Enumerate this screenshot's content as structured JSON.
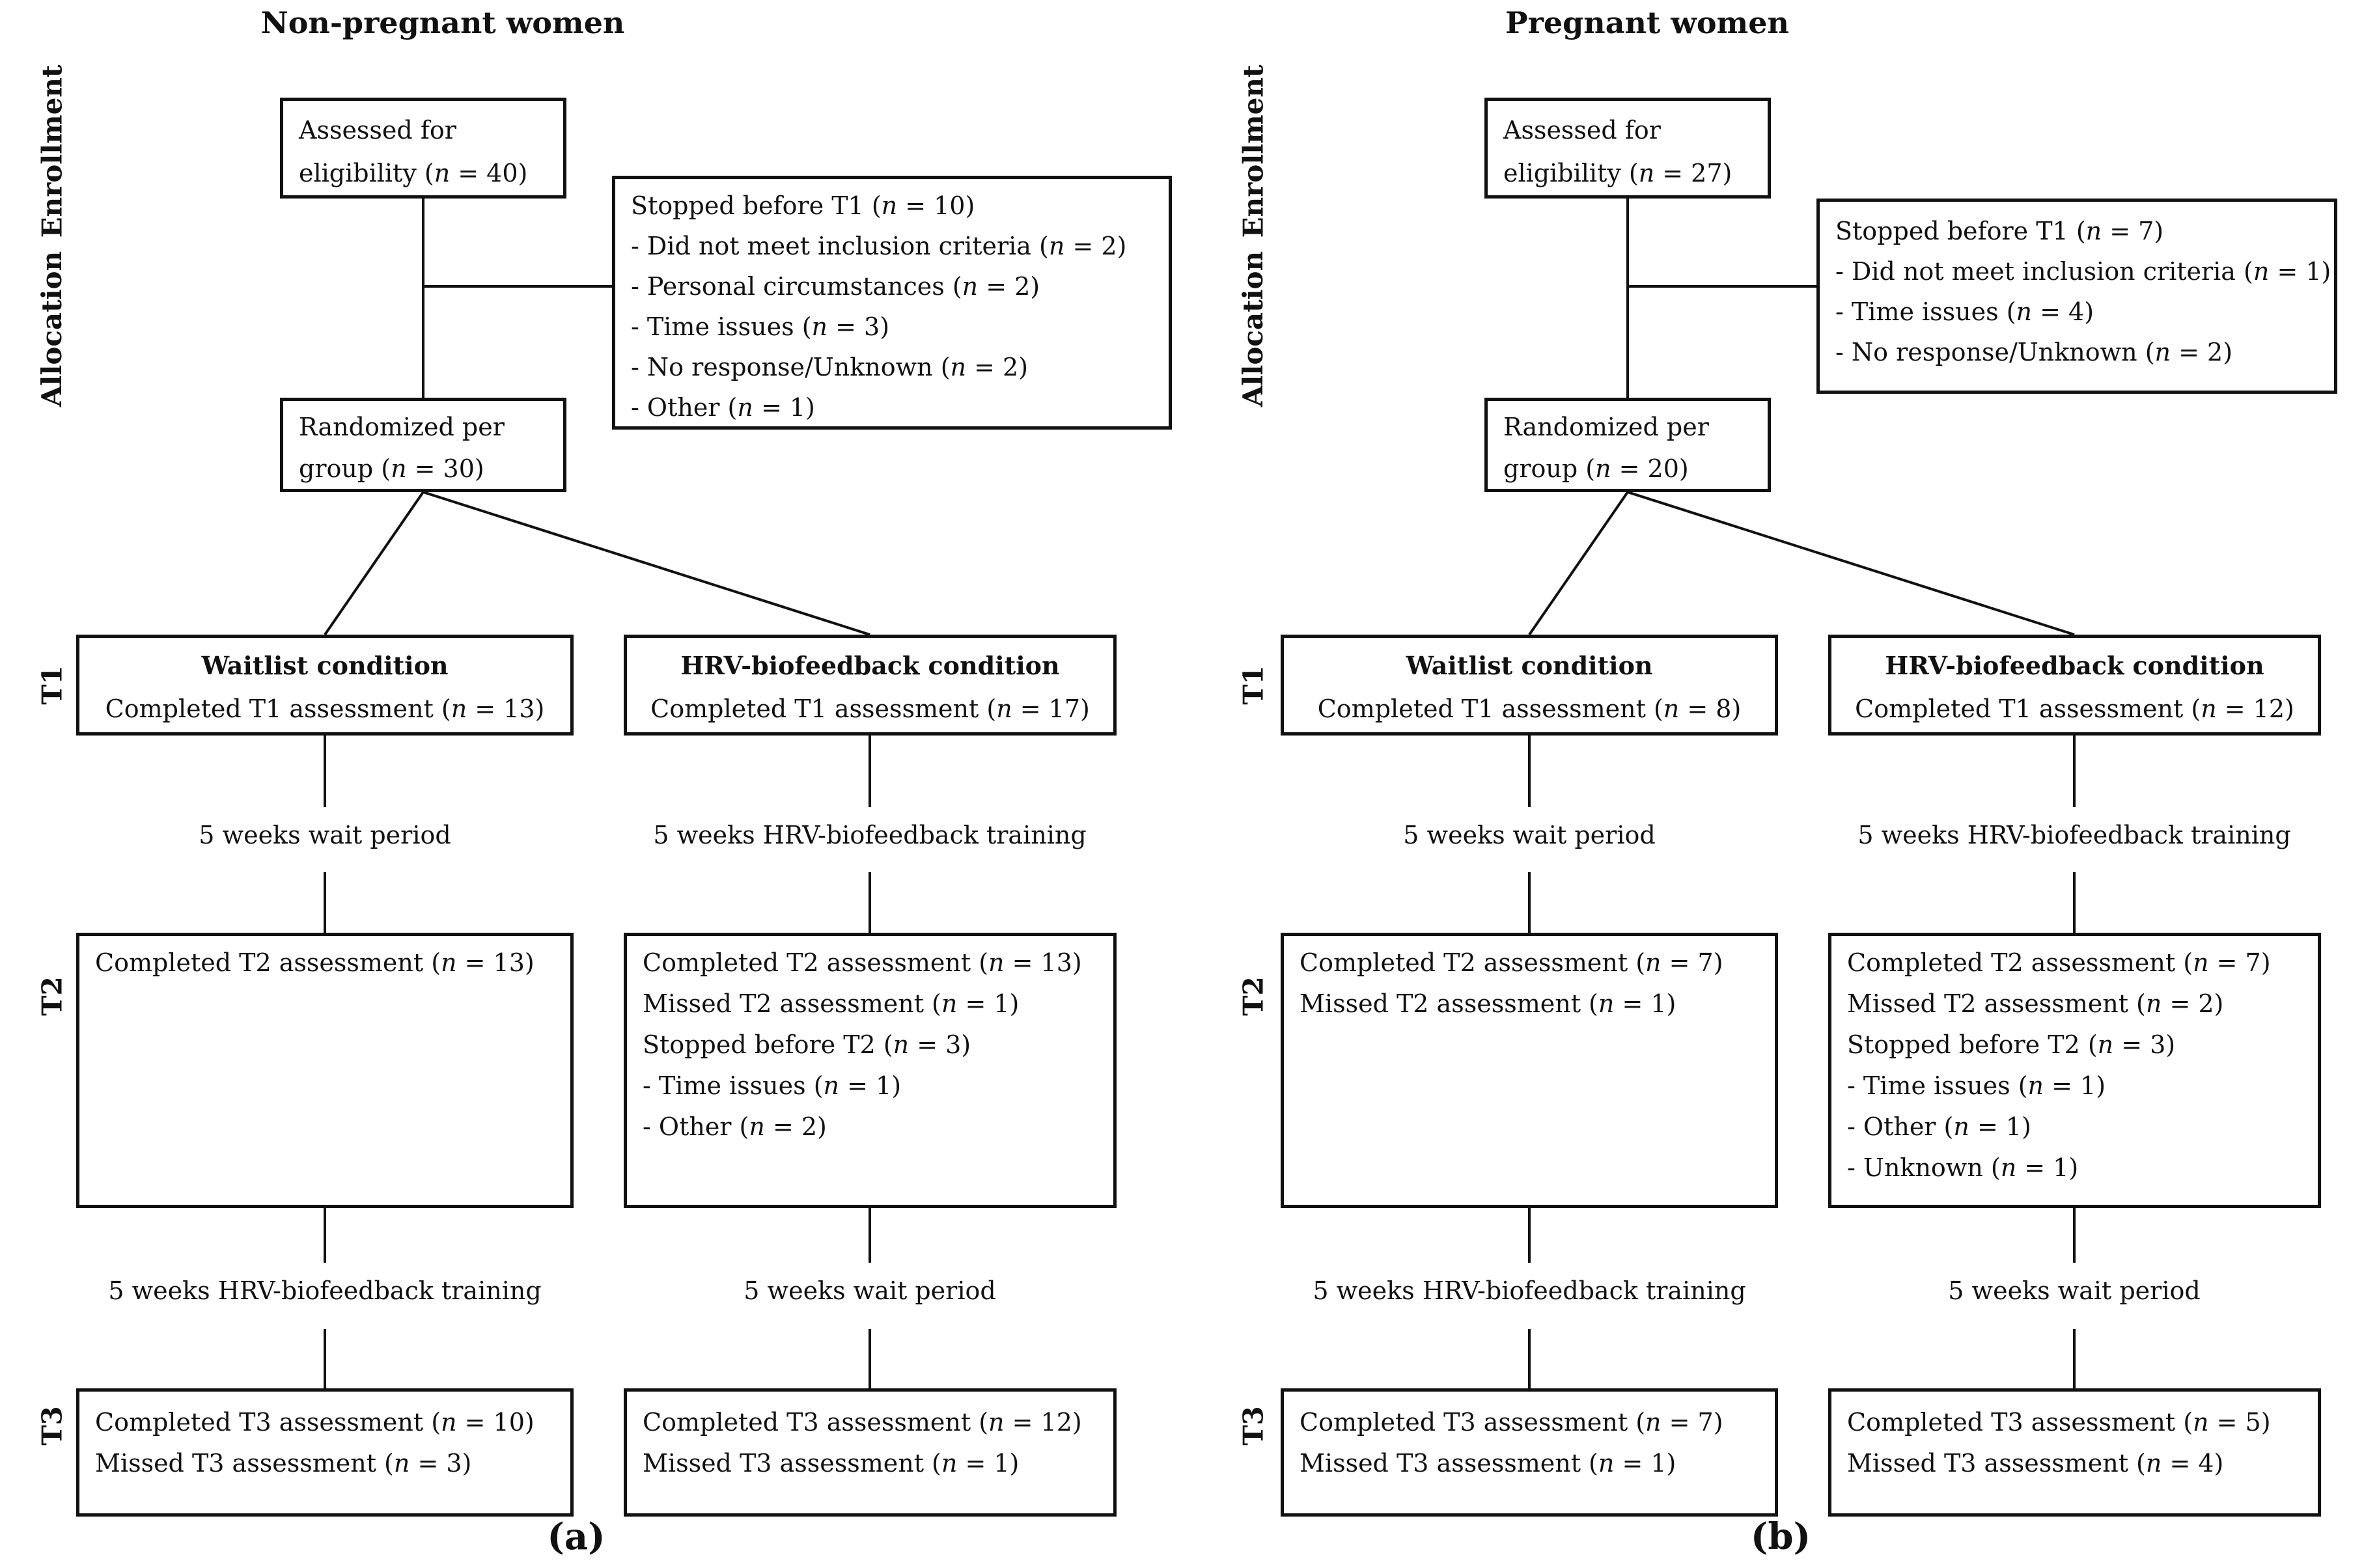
{
  "panels": [
    {
      "title": "Non-pregnant women",
      "caption": "(a)",
      "stage_labels": [
        "Enrollment",
        "Allocation",
        "T1",
        "T2",
        "T3"
      ],
      "assessed_lines": [
        "Assessed for",
        "eligibility  (n = 40)"
      ],
      "stopped_lines": [
        "Stopped before T1 (n = 10)",
        "- Did not meet inclusion criteria (n = 2)",
        "- Personal circumstances (n = 2)",
        "- Time issues (n = 3)",
        "- No response/Unknown (n = 2)",
        "- Other (n = 1)"
      ],
      "randomized_lines": [
        "Randomized per",
        "group (n = 30)"
      ],
      "waitlist": {
        "condition": "Waitlist condition",
        "t1": "Completed T1 assessment (n = 13)",
        "period1": "5 weeks wait period",
        "t2_lines": [
          "Completed T2 assessment (n = 13)"
        ],
        "period2": "5 weeks HRV-biofeedback training",
        "t3_lines": [
          "Completed T3 assessment (n = 10)",
          "Missed T3 assessment (n = 3)"
        ]
      },
      "hrv": {
        "condition": "HRV-biofeedback condition",
        "t1": "Completed T1 assessment (n = 17)",
        "period1": "5 weeks HRV-biofeedback training",
        "t2_lines": [
          "Completed T2 assessment (n = 13)",
          "Missed T2 assessment (n = 1)",
          "Stopped before T2 (n = 3)",
          "- Time issues (n = 1)",
          "- Other (n = 2)"
        ],
        "period2": "5 weeks wait period",
        "t3_lines": [
          "Completed T3 assessment (n = 12)",
          "Missed T3 assessment (n = 1)"
        ]
      }
    },
    {
      "title": "Pregnant women",
      "caption": "(b)",
      "stage_labels": [
        "Enrollment",
        "Allocation",
        "T1",
        "T2",
        "T3"
      ],
      "assessed_lines": [
        "Assessed for",
        "eligibility  (n = 27)"
      ],
      "stopped_lines": [
        "Stopped before T1 (n = 7)",
        "- Did not meet inclusion criteria (n = 1)",
        "- Time issues (n = 4)",
        "- No response/Unknown (n = 2)"
      ],
      "randomized_lines": [
        "Randomized per",
        "group (n = 20)"
      ],
      "waitlist": {
        "condition": "Waitlist condition",
        "t1": "Completed T1 assessment (n = 8)",
        "period1": "5 weeks wait period",
        "t2_lines": [
          "Completed T2 assessment (n = 7)",
          "Missed T2 assessment (n = 1)"
        ],
        "period2": "5 weeks HRV-biofeedback training",
        "t3_lines": [
          "Completed T3 assessment (n = 7)",
          "Missed T3 assessment (n = 1)"
        ]
      },
      "hrv": {
        "condition": "HRV-biofeedback condition",
        "t1": "Completed T1 assessment (n = 12)",
        "period1": "5 weeks HRV-biofeedback training",
        "t2_lines": [
          "Completed T2 assessment (n = 7)",
          "Missed T2 assessment (n = 2)",
          "Stopped before T2 (n = 3)",
          "- Time issues (n = 1)",
          "- Other (n = 1)",
          "- Unknown (n = 1)"
        ],
        "period2": "5 weeks wait period",
        "t3_lines": [
          "Completed T3 assessment (n = 5)",
          "Missed T3 assessment (n = 4)"
        ]
      }
    }
  ]
}
